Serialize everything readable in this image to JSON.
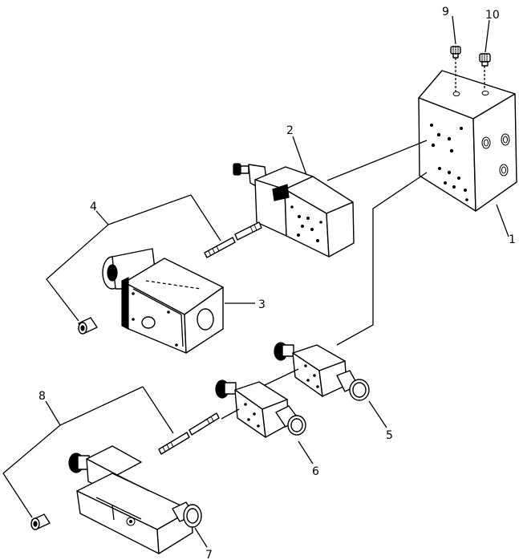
{
  "diagram": {
    "type": "exploded-parts-view",
    "callouts": [
      {
        "id": "1",
        "label": "1",
        "part": "manifold-block"
      },
      {
        "id": "2",
        "label": "2",
        "part": "pressure-reducing-valve"
      },
      {
        "id": "3",
        "label": "3",
        "part": "solenoid-valve-large"
      },
      {
        "id": "4",
        "label": "4",
        "part": "stud-and-nut-set-upper"
      },
      {
        "id": "5",
        "label": "5",
        "part": "modular-valve-right"
      },
      {
        "id": "6",
        "label": "6",
        "part": "modular-valve-left"
      },
      {
        "id": "7",
        "label": "7",
        "part": "solenoid-directional-valve"
      },
      {
        "id": "8",
        "label": "8",
        "part": "stud-and-nut-set-lower"
      },
      {
        "id": "9",
        "label": "9",
        "part": "plug-left"
      },
      {
        "id": "10",
        "label": "10",
        "part": "plug-right"
      }
    ]
  }
}
